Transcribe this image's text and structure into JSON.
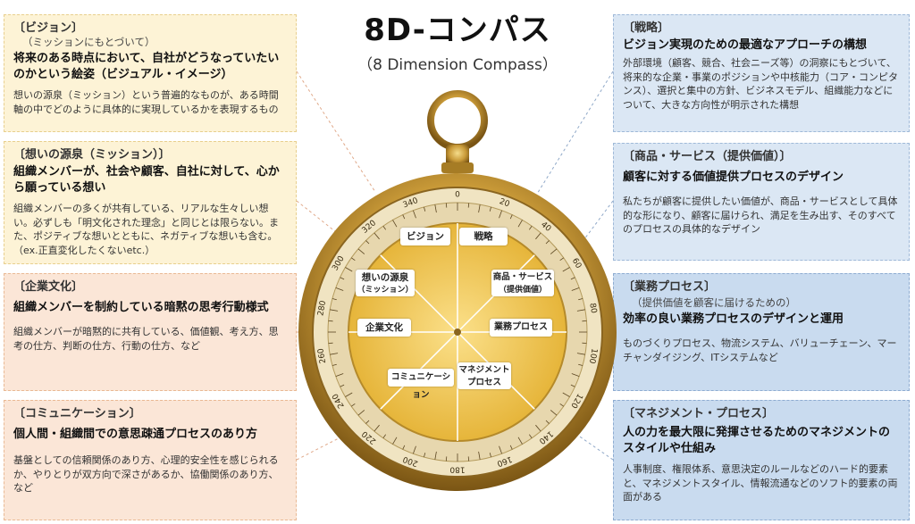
{
  "title": "8D-コンパス",
  "subtitle": "（8 Dimension Compass）",
  "left_boxes": [
    {
      "tag": "〔ビジョン〕",
      "sub": "（ミッションにもとづいて）",
      "head": "将来のある時点において、自社がどうなっていたいのかという絵姿（ビジュアル・イメージ）",
      "body": "想いの源泉（ミッション）という普遍的なものが、ある時間軸の中でどのように具体的に実現しているかを表現するもの"
    },
    {
      "tag": "〔想いの源泉（ミッション）〕",
      "sub": "",
      "head": "組織メンバーが、社会や顧客、自社に対して、心から願っている想い",
      "body": "組織メンバーの多くが共有している、リアルな生々しい想い。必ずしも「明文化された理念」と同じとは限らない。また、ポジティブな想いとともに、ネガティブな想いも含む。（ex.正直変化したくないetc.）"
    },
    {
      "tag": "〔企業文化〕",
      "sub": "",
      "head": "組織メンバーを制約している暗黙の思考行動様式",
      "body": "組織メンバーが暗黙的に共有している、価値観、考え方、思考の仕方、判断の仕方、行動の仕方、など"
    },
    {
      "tag": "〔コミュニケーション〕",
      "sub": "",
      "head": "個人間・組織間での意思疎通プロセスのあり方",
      "body": "基盤としての信頼関係のあり方、心理的安全性を感じられるか、やりとりが双方向で深さがあるか、協働関係のあり方、など"
    }
  ],
  "right_boxes": [
    {
      "tag": "〔戦略〕",
      "sub": "",
      "head": "ビジョン実現のための最適なアプローチの構想",
      "body": "外部環境（顧客、競合、社会ニーズ等）の洞察にもとづいて、将来的な企業・事業のポジションや中核能力（コア・コンピタンス）、選択と集中の方針、ビジネスモデル、組織能力などについて、大きな方向性が明示された構想"
    },
    {
      "tag": "〔商品・サービス（提供価値）〕",
      "sub": "",
      "head": "顧客に対する価値提供プロセスのデザイン",
      "body": "私たちが顧客に提供したい価値が、商品・サービスとして具体的な形になり、顧客に届けられ、満足を生み出す、そのすべてのプロセスの具体的なデザイン"
    },
    {
      "tag": "〔業務プロセス〕",
      "sub": "（提供価値を顧客に届けるための）",
      "head": "効率の良い業務プロセスのデザインと運用",
      "body": "ものづくりプロセス、物流システム、バリューチェーン、マーチャンダイジング、ITシステムなど"
    },
    {
      "tag": "〔マネジメント・プロセス〕",
      "sub": "",
      "head": "人の力を最大限に発揮させるためのマネジメントのスタイルや仕組み",
      "body": "人事制度、権限体系、意思決定のルールなどのハード的要素と、マネジメントスタイル、情報流通などのソフト的要素の両面がある"
    }
  ],
  "segments": {
    "vision": "ビジョン",
    "strategy": "戦略",
    "mission_line1": "想いの源泉",
    "mission_line2": "（ミッション）",
    "product_line1": "商品・サービス",
    "product_line2": "（提供価値）",
    "culture": "企業文化",
    "process": "業務プロセス",
    "communication": "コミュニケーション",
    "management_line1": "マネジメント",
    "management_line2": "プロセス"
  },
  "dial_numbers": [
    "0",
    "20",
    "40",
    "60",
    "80",
    "100",
    "120",
    "140",
    "160",
    "180",
    "200",
    "220",
    "240",
    "260",
    "280",
    "300",
    "320",
    "340"
  ],
  "colors": {
    "yellow_box": "#fdf3d6",
    "orange_box": "#fbe6d7",
    "blue_box": "#dbe7f4",
    "blue_box_dark": "#c9dbef",
    "dial": "#f2c84b",
    "brass": "#b58a2a"
  }
}
